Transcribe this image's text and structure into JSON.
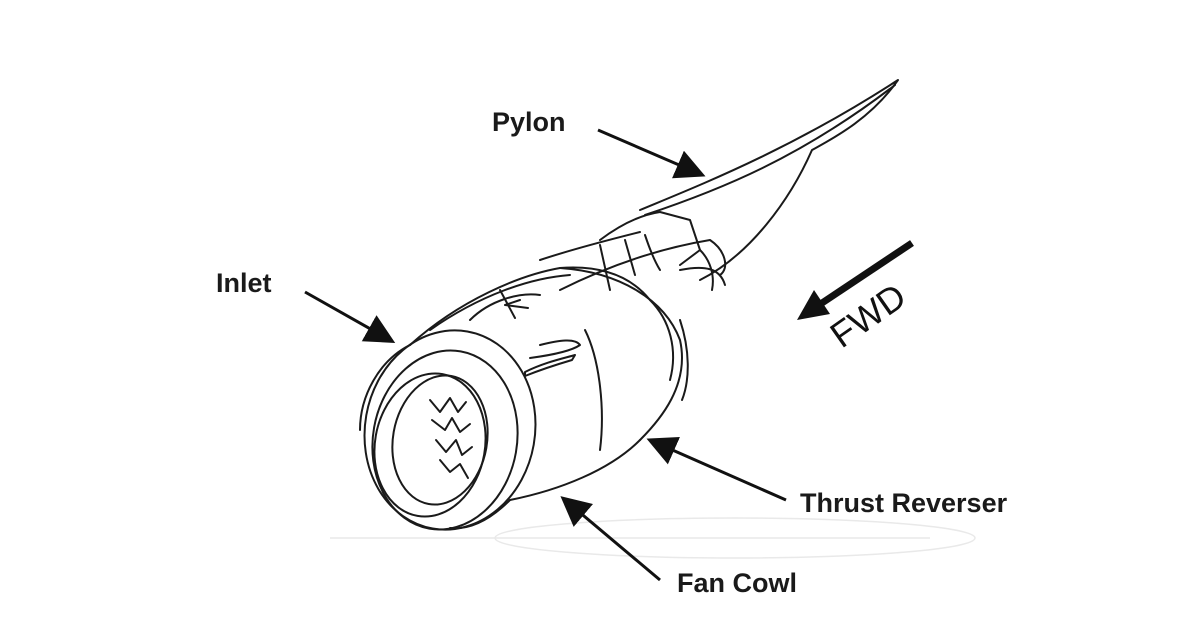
{
  "diagram": {
    "labels": {
      "pylon": "Pylon",
      "inlet": "Inlet",
      "thrust_reverser": "Thrust Reverser",
      "fan_cowl": "Fan Cowl",
      "direction": "FWD"
    },
    "colors": {
      "line": "#1a1a1a",
      "background": "#ffffff"
    }
  }
}
